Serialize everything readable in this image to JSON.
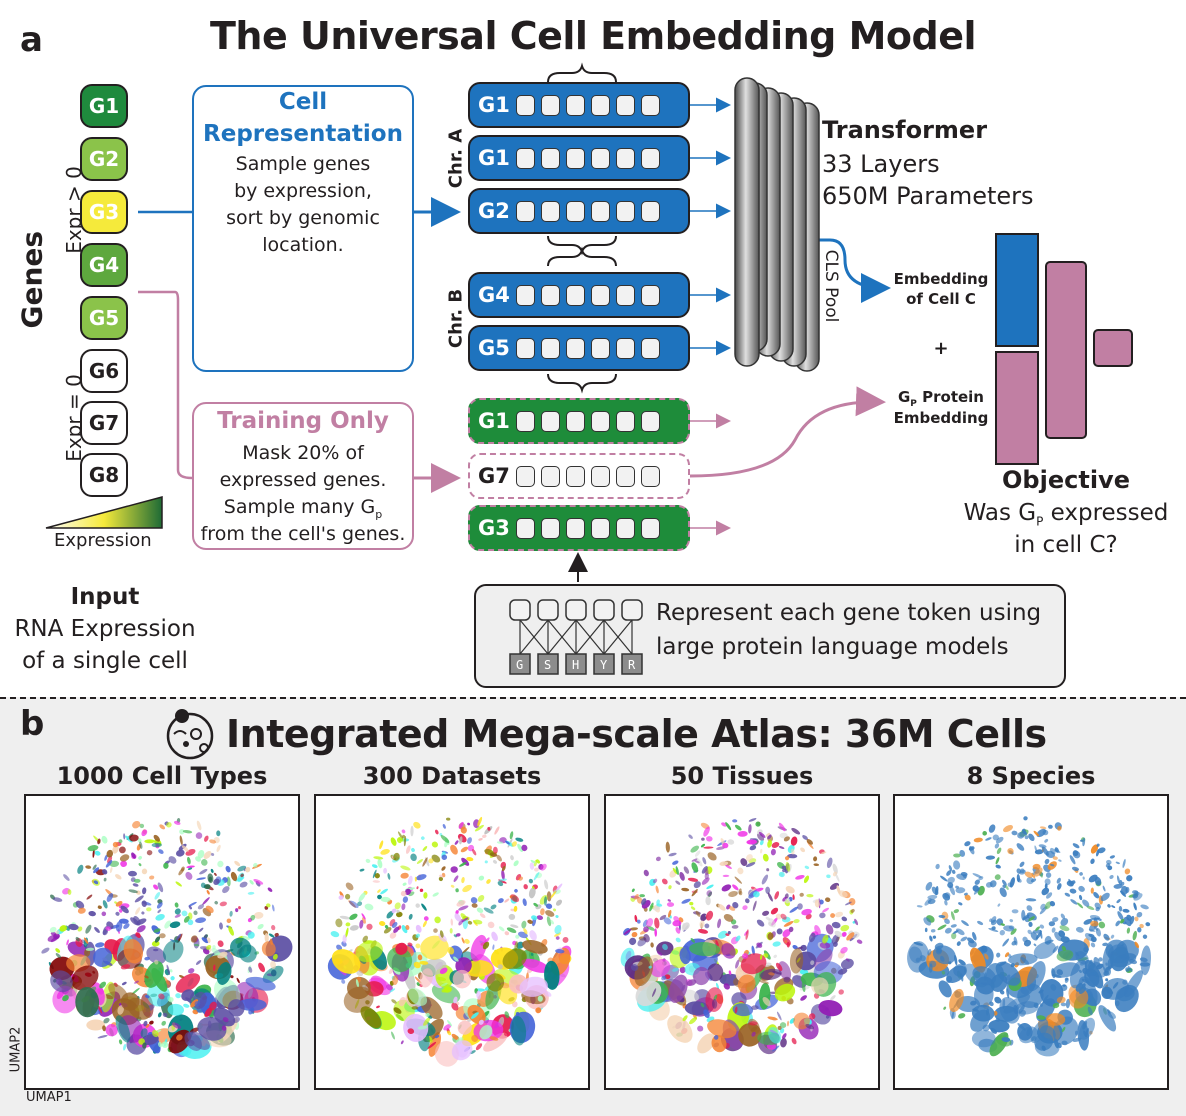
{
  "panel_a": {
    "letter": "a",
    "title": "The Universal Cell Embedding Model",
    "genes_label": "Genes",
    "expr_pos_label": "Expr > 0",
    "expr_zero_label": "Expr = 0",
    "gene_list": [
      {
        "name": "G1",
        "color": "#1f8a3d"
      },
      {
        "name": "G2",
        "color": "#8bc34a"
      },
      {
        "name": "G3",
        "color": "#f5ea3b"
      },
      {
        "name": "G4",
        "color": "#5ea83e"
      },
      {
        "name": "G5",
        "color": "#8bc34a"
      },
      {
        "name": "G6",
        "color": "#ffffff"
      },
      {
        "name": "G7",
        "color": "#ffffff"
      },
      {
        "name": "G8",
        "color": "#ffffff"
      }
    ],
    "expression_legend": "Expression",
    "input_title": "Input",
    "input_line1": "RNA Expression",
    "input_line2": "of a single cell",
    "cell_rep": {
      "title_line1": "Cell",
      "title_line2": "Representation",
      "lines": [
        "Sample genes",
        "by expression,",
        "sort by genomic",
        "location."
      ],
      "color": "#1e73be"
    },
    "training": {
      "title": "Training Only",
      "lines": [
        "Mask 20% of",
        "expressed genes.",
        "Sample many G",
        "from the cell's genes."
      ],
      "sub_p": "p",
      "color": "#c17fa3"
    },
    "chr_a": "Chr. A",
    "chr_b": "Chr. B",
    "tokens_blue": [
      "G1",
      "G1",
      "G2",
      "G4",
      "G5"
    ],
    "tokens_green": [
      "G1",
      "G7",
      "G3"
    ],
    "transformer_title": "Transformer",
    "transformer_line1": "33 Layers",
    "transformer_line2": "650M Parameters",
    "cls_pool": "CLS Pool",
    "embedding_cell_line1": "Embedding",
    "embedding_cell_line2": "of Cell C",
    "plus": "+",
    "protein_line1": "G",
    "protein_sub": "P",
    "protein_line1_rest": " Protein",
    "protein_line2": "Embedding",
    "objective_title": "Objective",
    "objective_line1_a": "Was G",
    "objective_line1_sub": "P",
    "objective_line1_b": " expressed",
    "objective_line2": "in cell C?",
    "plm_line1": "Represent each gene token using",
    "plm_line2": "large protein language models",
    "plm_letters": [
      "G",
      "S",
      "H",
      "Y",
      "R"
    ],
    "colors": {
      "blue": "#1e73be",
      "green": "#1e8c3a",
      "pink": "#c17fa3"
    }
  },
  "panel_b": {
    "letter": "b",
    "title": "Integrated Mega-scale Atlas: 36M Cells",
    "umaps": [
      {
        "title": "1000 Cell Types"
      },
      {
        "title": "300 Datasets"
      },
      {
        "title": "50 Tissues"
      },
      {
        "title": "8 Species"
      }
    ],
    "umap1": "UMAP1",
    "umap2": "UMAP2"
  }
}
